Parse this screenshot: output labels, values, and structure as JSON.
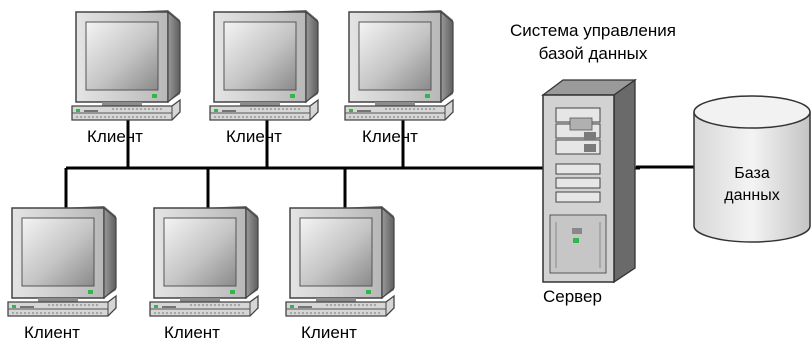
{
  "title": {
    "line1": "Система управления",
    "line2": "базой данных"
  },
  "server": {
    "label": "Сервер"
  },
  "database": {
    "line1": "База",
    "line2": "данных"
  },
  "clients": [
    {
      "label": "Клиент"
    },
    {
      "label": "Клиент"
    },
    {
      "label": "Клиент"
    },
    {
      "label": "Клиент"
    },
    {
      "label": "Клиент"
    },
    {
      "label": "Клиент"
    }
  ],
  "colors": {
    "line": "#000000",
    "device_body": "#c8c8c8",
    "device_dark": "#4a4a4a",
    "screen_light": "#f0f0f0",
    "screen_dark": "#8c8c8c",
    "led": "#2fb84a"
  }
}
